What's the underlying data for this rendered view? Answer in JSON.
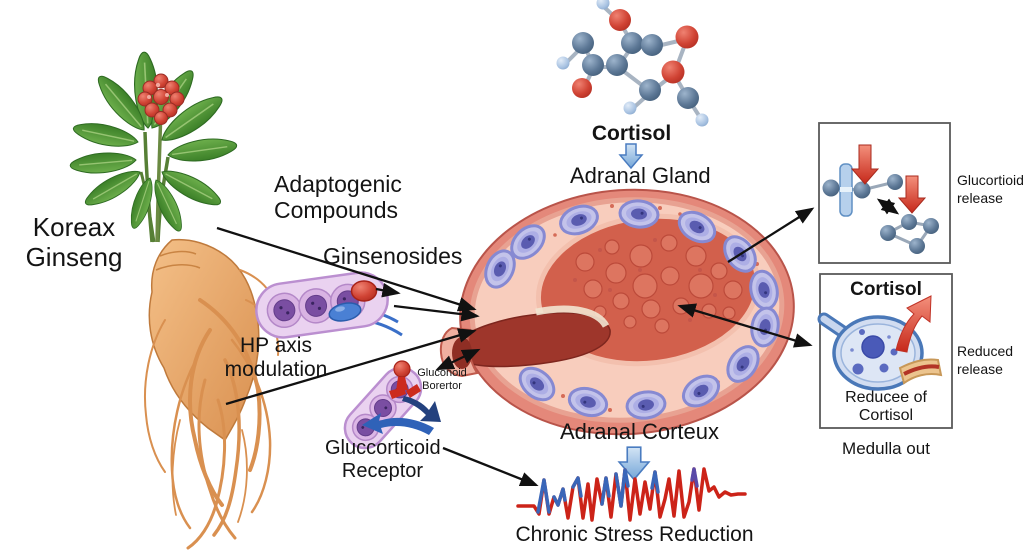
{
  "plant": {
    "name_line1": "Koreax",
    "name_line2": "Ginseng"
  },
  "labels": {
    "adaptogenic_line1": "Adaptogenic",
    "adaptogenic_line2": "Compounds",
    "ginsenosides": "Ginsenosides",
    "hp_axis_line1": "HP axis",
    "hp_axis_line2": "modulation",
    "cortisol": "Cortisol",
    "adrenal_gland": "Adranal Gland",
    "adrenal_cortex": "Adranal Corteux",
    "chronic_stress": "Chronic Stress Reduction",
    "receptor_line1": "Gluccorticoid",
    "receptor_line2": "Receptor",
    "receptor_small_line1": "Gluconoid",
    "receptor_small_line2": "Borertor"
  },
  "side_panels": {
    "panel1": {
      "label_line1": "Glucortioid",
      "label_line2": "release"
    },
    "panel2": {
      "title": "Cortisol",
      "caption_line1": "Reducee of",
      "caption_line2": "Cortisol",
      "side_label_line1": "Reduced",
      "side_label_line2": "release",
      "footer": "Medulla out"
    }
  },
  "colors": {
    "text": "#141414",
    "arrow_black": "#111111",
    "accent_red": "#cc2a1a",
    "accent_blue": "#2f62b8",
    "down_arrow_blue": "#7aaad8",
    "cell_purple": "#c9a0d8",
    "nucleus_purple": "#7a4ea2",
    "gland_rim": "#e4887a",
    "gland_cortex": "#f8cdbd",
    "gland_medulla": "#d2604c",
    "duct_dark_red": "#9e362b",
    "ring_cell_fill": "#c3c3ea",
    "ring_cell_stroke": "#8689d2",
    "root_tan": "#e8a866",
    "leaf_green": "#3c8028",
    "berry_red": "#cf4a42"
  }
}
